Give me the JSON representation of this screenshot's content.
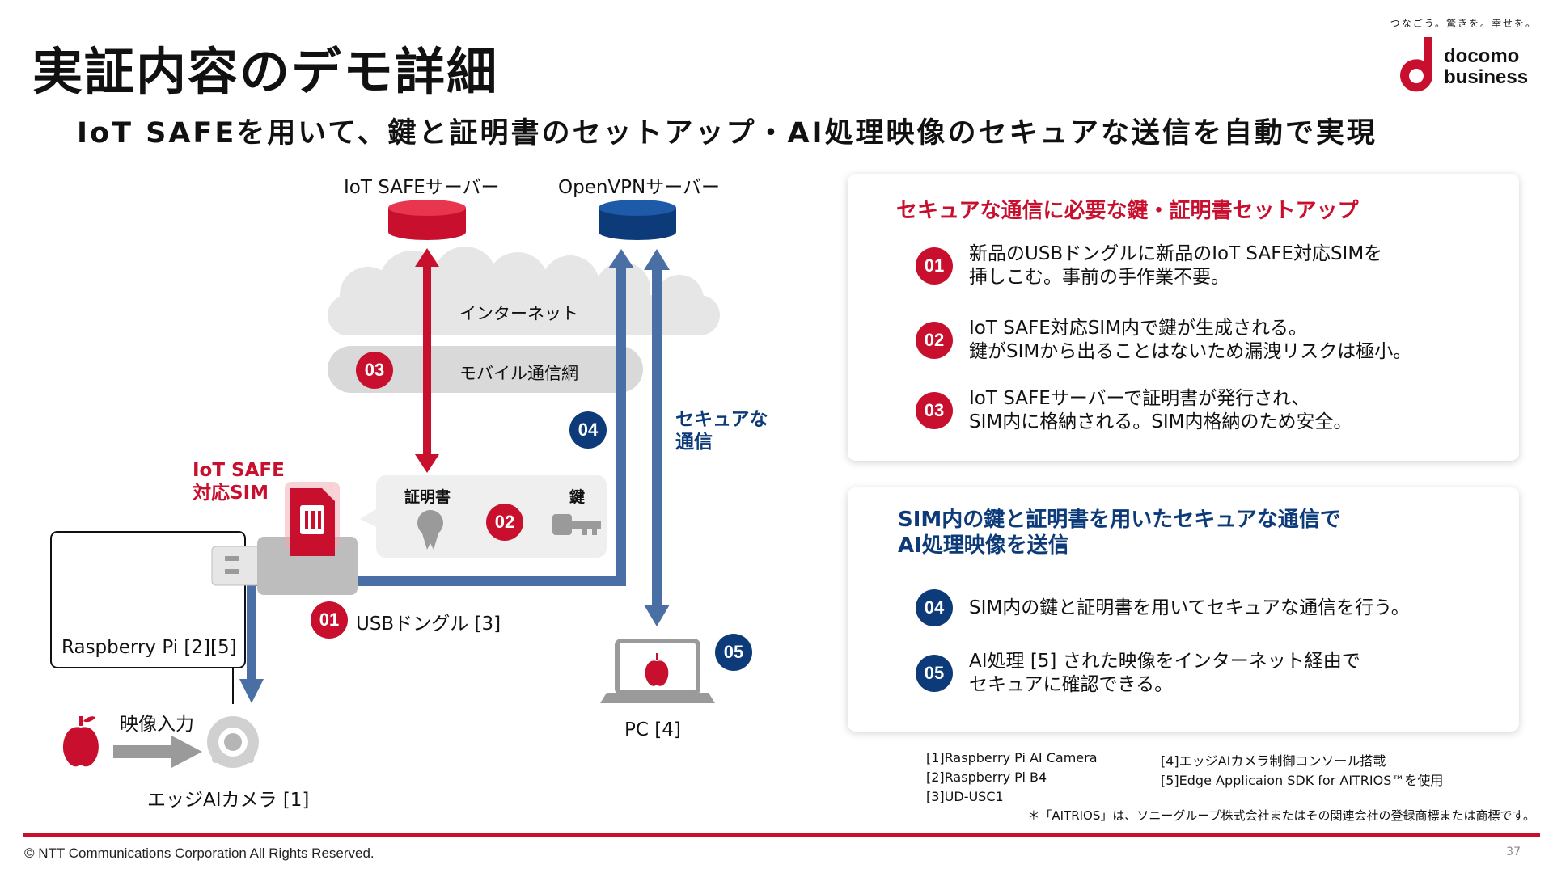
{
  "header": {
    "title": "実証内容のデモ詳細",
    "subtitle": "IoT SAFEを用いて、鍵と証明書のセットアップ・AI処理映像のセキュアな送信を自動で実現",
    "tagline": "つなごう。驚きを。幸せを。",
    "logo_line1": "docomo",
    "logo_line2": "business"
  },
  "diagram": {
    "iot_safe_server": "IoT SAFEサーバー",
    "openvpn_server": "OpenVPNサーバー",
    "internet": "インターネット",
    "mobile_network": "モバイル通信網",
    "secure_comm_line1": "セキュアな",
    "secure_comm_line2": "通信",
    "sim_label_line1": "IoT SAFE",
    "sim_label_line2": "対応SIM",
    "certificate": "証明書",
    "key": "鍵",
    "usb_dongle": "USBドングル [3]",
    "raspberry_pi": "Raspberry Pi [2][5]",
    "video_input": "映像入力",
    "edge_camera": "エッジAIカメラ [1]",
    "pc": "PC [4]",
    "badges": {
      "b01": "01",
      "b02": "02",
      "b03": "03",
      "b04": "04",
      "b05": "05"
    }
  },
  "card1": {
    "title": "セキュアな通信に必要な鍵・証明書セットアップ",
    "steps": [
      {
        "num": "01",
        "line1": "新品のUSBドングルに新品のIoT SAFE対応SIMを",
        "line2": "挿しこむ。事前の手作業不要。"
      },
      {
        "num": "02",
        "line1": "IoT SAFE対応SIM内で鍵が生成される。",
        "line2": "鍵がSIMから出ることはないため漏洩リスクは極小。"
      },
      {
        "num": "03",
        "line1": "IoT SAFEサーバーで証明書が発行され、",
        "line2": "SIM内に格納される。SIM内格納のため安全。"
      }
    ]
  },
  "card2": {
    "title_line1": "SIM内の鍵と証明書を用いたセキュアな通信で",
    "title_line2": "AI処理映像を送信",
    "steps": [
      {
        "num": "04",
        "line1": "SIM内の鍵と証明書を用いてセキュアな通信を行う。",
        "line2": ""
      },
      {
        "num": "05",
        "line1": "AI処理 [5] された映像をインターネット経由で",
        "line2": "セキュアに確認できる。"
      }
    ]
  },
  "footnotes": {
    "f1": "[1]Raspberry Pi AI Camera",
    "f2": "[2]Raspberry Pi B4",
    "f3": "[3]UD-USC1",
    "f4": "[4]エッジAIカメラ制御コンソール搭載",
    "f5": "[5]Edge Applicaion SDK for AITRIOS™を使用",
    "trademark": "＊「AITRIOS」は、ソニーグループ株式会社またはその関連会社の登録商標または商標です。"
  },
  "footer": {
    "copyright": "© NTT Communications Corporation All Rights Reserved.",
    "page": "37"
  },
  "colors": {
    "red": "#c8102e",
    "navy": "#0d3b7a",
    "arrow_blue": "#4a6fa5",
    "gray": "#d9d9d9"
  }
}
